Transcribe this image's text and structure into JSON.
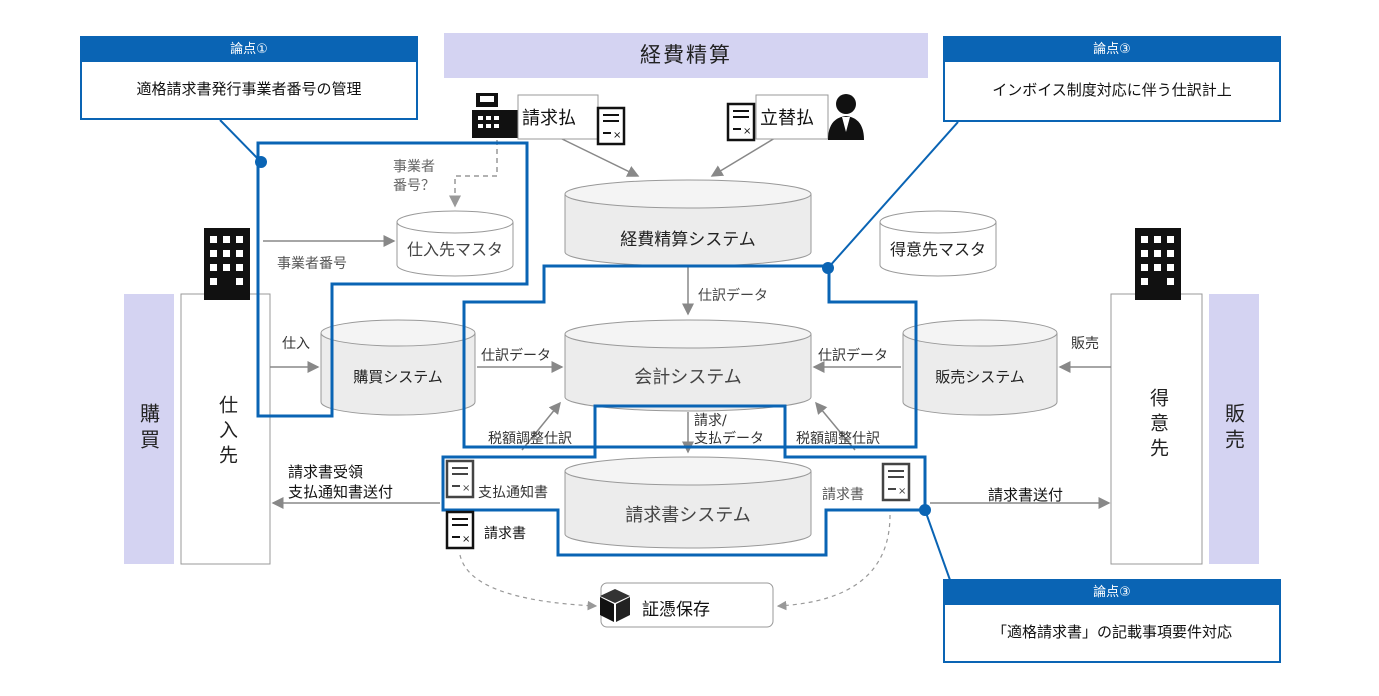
{
  "header": {
    "title": "経費精算"
  },
  "callouts": {
    "c1": {
      "heading": "論点①",
      "body": "適格請求書発行事業者番号の管理"
    },
    "c2": {
      "heading": "論点③",
      "body": "インボイス制度対応に伴う仕訳計上"
    },
    "c3": {
      "heading": "論点③",
      "body": "「適格請求書」の記載事項要件対応"
    }
  },
  "systems": {
    "expense": "経費精算システム",
    "supplier_master": "仕入先マスタ",
    "customer_master": "得意先マスタ",
    "purchase": "購買システム",
    "accounting": "会計システム",
    "sales": "販売システム",
    "invoice": "請求書システム"
  },
  "sides": {
    "left_band": "購買",
    "left_box": "仕入先",
    "right_box": "得意先",
    "right_band": "販売"
  },
  "top_docs": {
    "invoice_pay": "請求払",
    "reimburse": "立替払"
  },
  "labels": {
    "biz_no_q": "事業者\n番号？",
    "biz_no": "事業者番号",
    "journal_top": "仕訳データ",
    "shiire": "仕入",
    "hanbai": "販売",
    "journal_left": "仕訳データ",
    "journal_right": "仕訳データ",
    "tax_adj_left": "税額調整仕訳",
    "tax_adj_right": "税額調整仕訳",
    "billing_data": "請求/\n支払データ",
    "recv_send": "請求書受領\n支払通知書送付",
    "pay_notice": "支払通知書",
    "invoice_right": "請求書",
    "invoice_send": "請求書送付",
    "invoice_left": "請求書",
    "evidence": "証憑保存"
  },
  "colors": {
    "accent": "#0a64b4",
    "band": "#d4d3f2",
    "cylinder": "#ececec"
  },
  "icons": [
    "register-icon",
    "document-icon",
    "businessman-icon",
    "building-icon",
    "box-icon"
  ]
}
